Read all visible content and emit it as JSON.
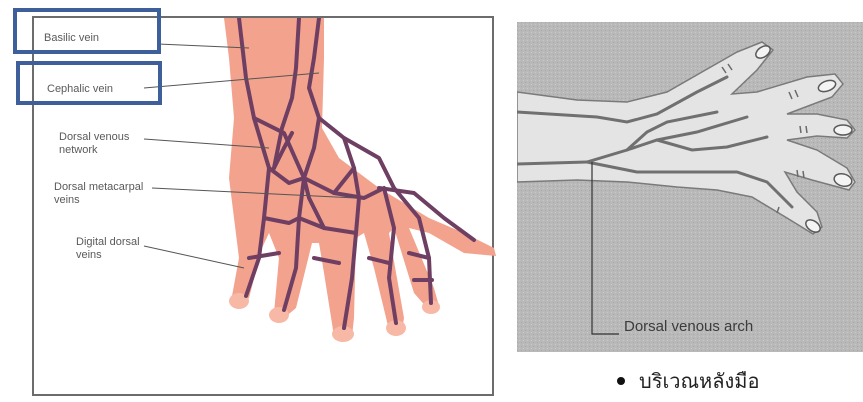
{
  "left_diagram": {
    "labels": {
      "basilic": "Basilic vein",
      "cephalic": "Cephalic vein",
      "dorsal_venous_network": "Dorsal venous\nnetwork",
      "dorsal_metacarpal": "Dorsal metacarpal\nveins",
      "digital_dorsal": "Digital dorsal\nveins"
    }
  },
  "right_diagram": {
    "label": "Dorsal venous arch"
  },
  "caption": "บริเวณหลังมือ",
  "colors": {
    "skin": "#f2a28d",
    "vein": "#6e3f62",
    "highlight_box": "#3e5f99",
    "photo_bg": "#b9b9b9"
  }
}
